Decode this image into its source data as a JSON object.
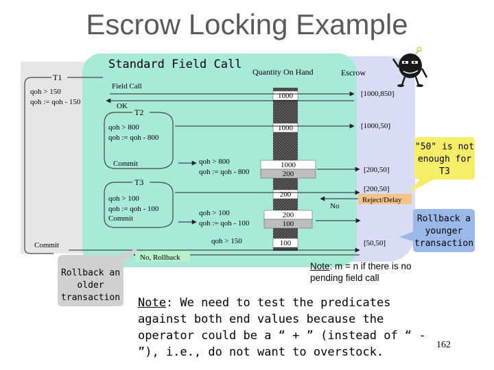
{
  "slide": {
    "title": "Escrow Locking Example",
    "subtitle": "Standard Field Call",
    "page_number": "162"
  },
  "columns": {
    "qoh_header": "Quantity On Hand",
    "escrow_header": "Escrow"
  },
  "transactions": {
    "t1": {
      "label": "T1",
      "pred1": "qoh > 150",
      "pred2": "qoh := qoh - 150",
      "commit": "Commit"
    },
    "t2": {
      "label": "T2",
      "pred1": "qoh > 800",
      "pred2": "qoh := qoh - 800",
      "commit": "Commit",
      "mid_pred1": "qoh > 800",
      "mid_pred2": "qoh := qoh - 800"
    },
    "t3": {
      "label": "T3",
      "pred1": "qoh > 100",
      "pred2": "qoh := qoh - 100",
      "commit": "Commit",
      "mid_pred1": "qoh > 100",
      "mid_pred2": "qoh := qoh - 100"
    }
  },
  "messages": {
    "field_call": "Field Call",
    "ok": "OK",
    "no": "No",
    "reject_delay": "Reject/Delay",
    "no_rollback": "No, Rollback",
    "t1_final_pred": "qoh > 150"
  },
  "qoh_values": {
    "v1": "1000",
    "v2": "1000",
    "v3a": "1000",
    "v3b": "200",
    "v4": "200",
    "v5a": "200",
    "v5b": "100",
    "v6": "100"
  },
  "escrow_values": {
    "e1": "[1000,850]",
    "e2": "[1000,50]",
    "e3": "[200,50]",
    "e4": "[200,50]",
    "e5": "[50,50]"
  },
  "callouts": {
    "fifty": "\"50\" is not enough for T3",
    "younger": "Rollback a younger transaction",
    "older": "Rollback an older transaction"
  },
  "notes": {
    "note1_label": "Note",
    "note1_text": ": m = n if there is no pending field call",
    "note2_label": "Note",
    "note2_text": ":  We need to test the predicates against both end values because the operator could be a “ + ” (instead of “ - ”), i.e., do not want to overstock."
  },
  "colors": {
    "green_panel": "#a8ead8",
    "blue_panel": "#d8dcf4",
    "yellow_callout": "#f5ee66",
    "blue_callout": "#9ab8e8",
    "grey_callout": "#d0d0d0",
    "reject_box": "#f4c38a",
    "rollback_box": "#b8f0c8"
  }
}
